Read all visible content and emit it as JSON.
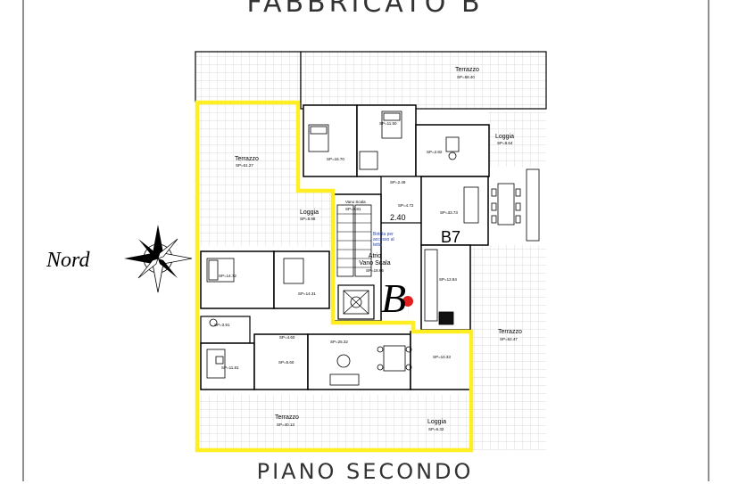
{
  "drawing": {
    "title": "FABBRICATO B",
    "subtitle": "PIANO SECONDO",
    "compass_label": "Nord",
    "building_letter": "B",
    "unit_label": "B7"
  },
  "colors": {
    "highlight": "#ffee22",
    "walls": "#000000",
    "tile": "#c8c8c8",
    "note_text": "#2244aa",
    "marker": "#e0201c"
  },
  "rooms": [
    {
      "id": "terrazzo-nw",
      "name": "Terrazzo",
      "area": "SP=61.27"
    },
    {
      "id": "terrazzo-ne",
      "name": "Terrazzo",
      "area": "SP=58.40"
    },
    {
      "id": "loggia-ne",
      "name": "Loggia",
      "area": "SP=8.64"
    },
    {
      "id": "loggia-w",
      "name": "Loggia",
      "area": "SP=8.98"
    },
    {
      "id": "terrazzo-e",
      "name": "Terrazzo",
      "area": "SP=62.47"
    },
    {
      "id": "terrazzo-s",
      "name": "Terrazzo",
      "area": "SP=40.13"
    },
    {
      "id": "loggia-s",
      "name": "Loggia",
      "area": "SP=6.32"
    },
    {
      "id": "vano-scala",
      "name": "Vano Scala",
      "area": "SP=8.81"
    },
    {
      "id": "atrio",
      "name": "Atrio\nVano Scala",
      "area": "SP=18.66"
    }
  ],
  "area_labels": [
    "SP=11.50",
    "SP=16.70",
    "SP=2.82",
    "SP=2.49",
    "SP=4.72",
    "SP=33.73",
    "SP=14.72",
    "SP=14.31",
    "SP=12.84",
    "SP=3.91",
    "SP=4.60",
    "SP=25.32",
    "SP=11.81",
    "SP=5.60",
    "SP=10.33"
  ],
  "dimension": "2.40",
  "note": "Botola per accesso al tetto"
}
